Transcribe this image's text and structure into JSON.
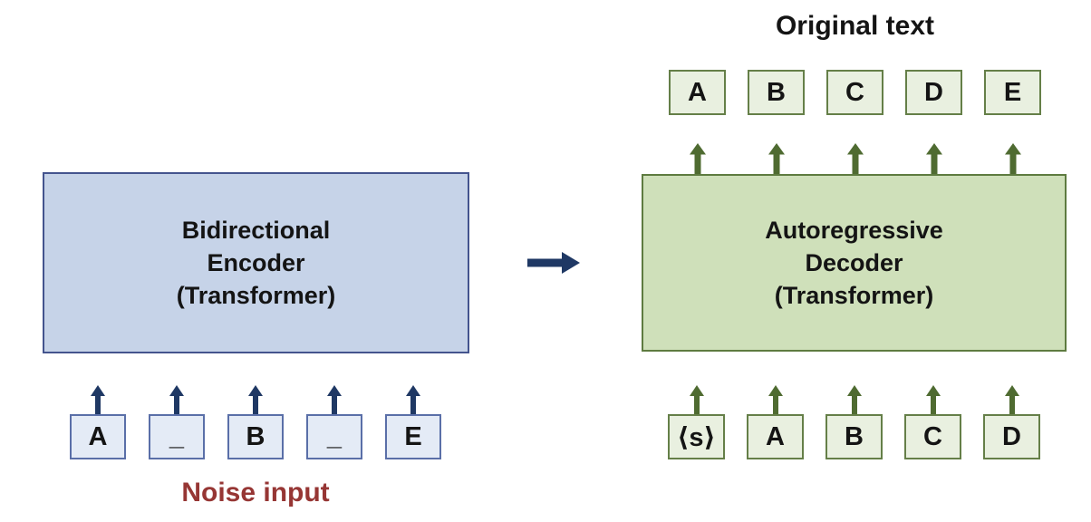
{
  "diagram": {
    "original_text_label": "Original text",
    "noise_input_label": "Noise input",
    "encoder": {
      "label": "Bidirectional\nEncoder\n(Transformer)",
      "input_tokens": [
        "A",
        "_",
        "B",
        "_",
        "E"
      ]
    },
    "decoder": {
      "label": "Autoregressive\nDecoder\n(Transformer)",
      "input_tokens": [
        "⟨s⟩",
        "A",
        "B",
        "C",
        "D"
      ],
      "output_tokens": [
        "A",
        "B",
        "C",
        "D",
        "E"
      ]
    },
    "colors": {
      "encoder_fill": "#c6d3e8",
      "encoder_border": "#44548e",
      "encoder_token_fill": "#e4ebf6",
      "encoder_token_border": "#5a6fa8",
      "navy_arrow": "#1f3864",
      "decoder_fill": "#cfe0ba",
      "decoder_border": "#5e7b40",
      "decoder_token_fill": "#e9f0e0",
      "decoder_token_border": "#657f48",
      "olive_arrow": "#4f6b31",
      "noise_text": "#963634"
    }
  }
}
